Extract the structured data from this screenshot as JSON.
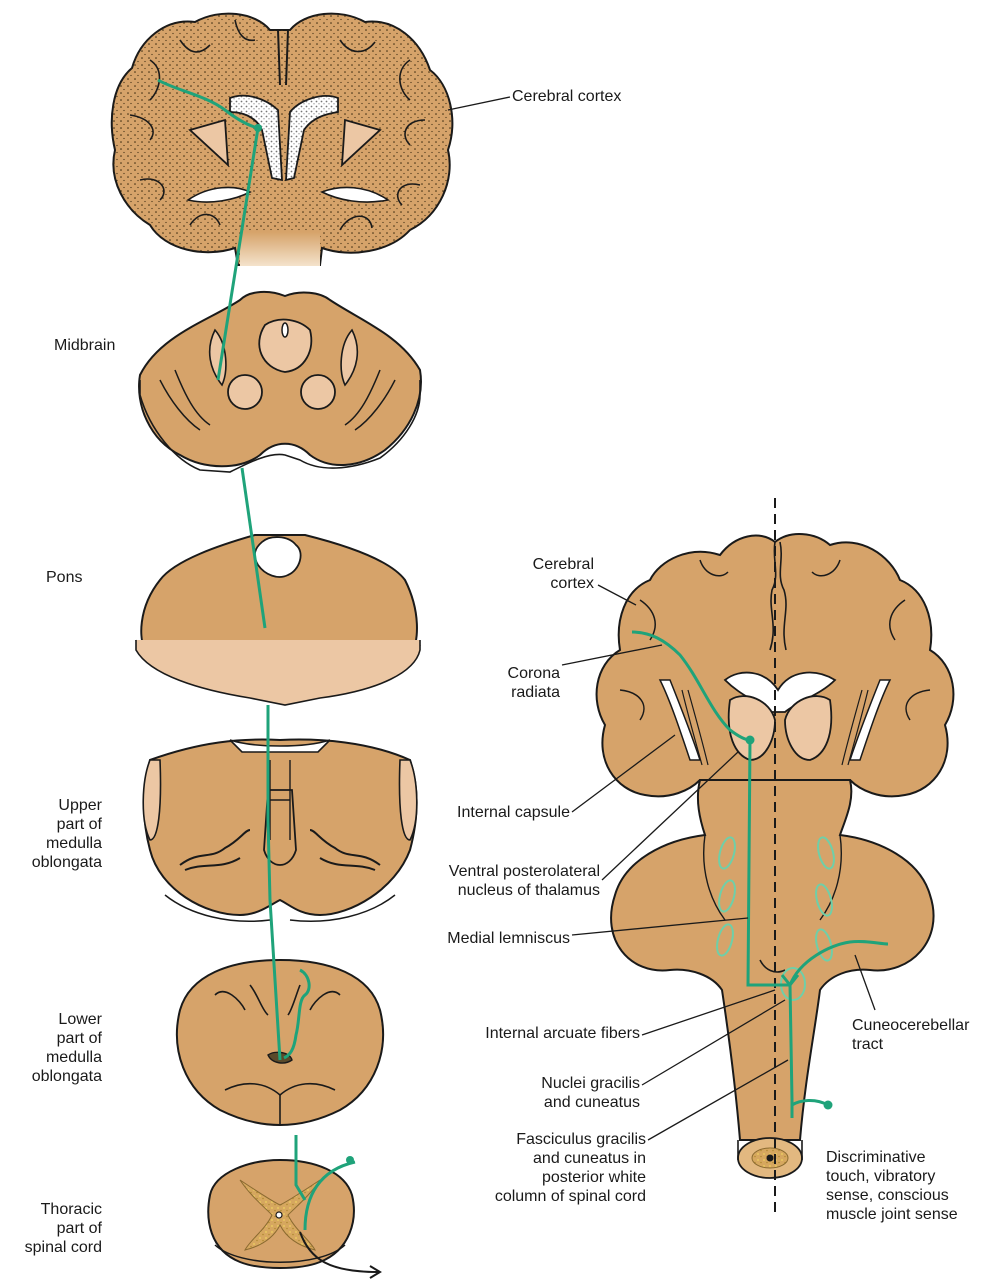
{
  "labels": {
    "cerebral_cortex": "Cerebral cortex",
    "midbrain": "Midbrain",
    "pons": "Pons",
    "upper_medulla": [
      "Upper",
      "part of",
      "medulla",
      "oblongata"
    ],
    "lower_medulla": [
      "Lower",
      "part of",
      "medulla",
      "oblongata"
    ],
    "thoracic_spinal_cord": [
      "Thoracic",
      "part of",
      "spinal cord"
    ],
    "cerebral_cortex_right": [
      "Cerebral",
      "cortex"
    ],
    "corona_radiata": [
      "Corona",
      "radiata"
    ],
    "internal_capsule": "Internal capsule",
    "vpl": [
      "Ventral posterolateral",
      "nucleus of thalamus"
    ],
    "medial_lemniscus": "Medial lemniscus",
    "internal_arcuate": "Internal arcuate fibers",
    "nuclei_gracilis": [
      "Nuclei gracilis",
      "and cuneatus"
    ],
    "fasciculus": [
      "Fasciculus gracilis",
      "and cuneatus in",
      "posterior white",
      "column of spinal cord"
    ],
    "cuneocerebellar": [
      "Cuneocerebellar",
      "tract"
    ],
    "discriminative": [
      "Discriminative",
      "touch, vibratory",
      "sense, conscious",
      "muscle joint sense"
    ]
  },
  "colors": {
    "tissue": "#d6a36a",
    "tissue_light": "#ecc7a4",
    "tract": "#1fa37a",
    "tract_outline": "#6fcfa8"
  }
}
